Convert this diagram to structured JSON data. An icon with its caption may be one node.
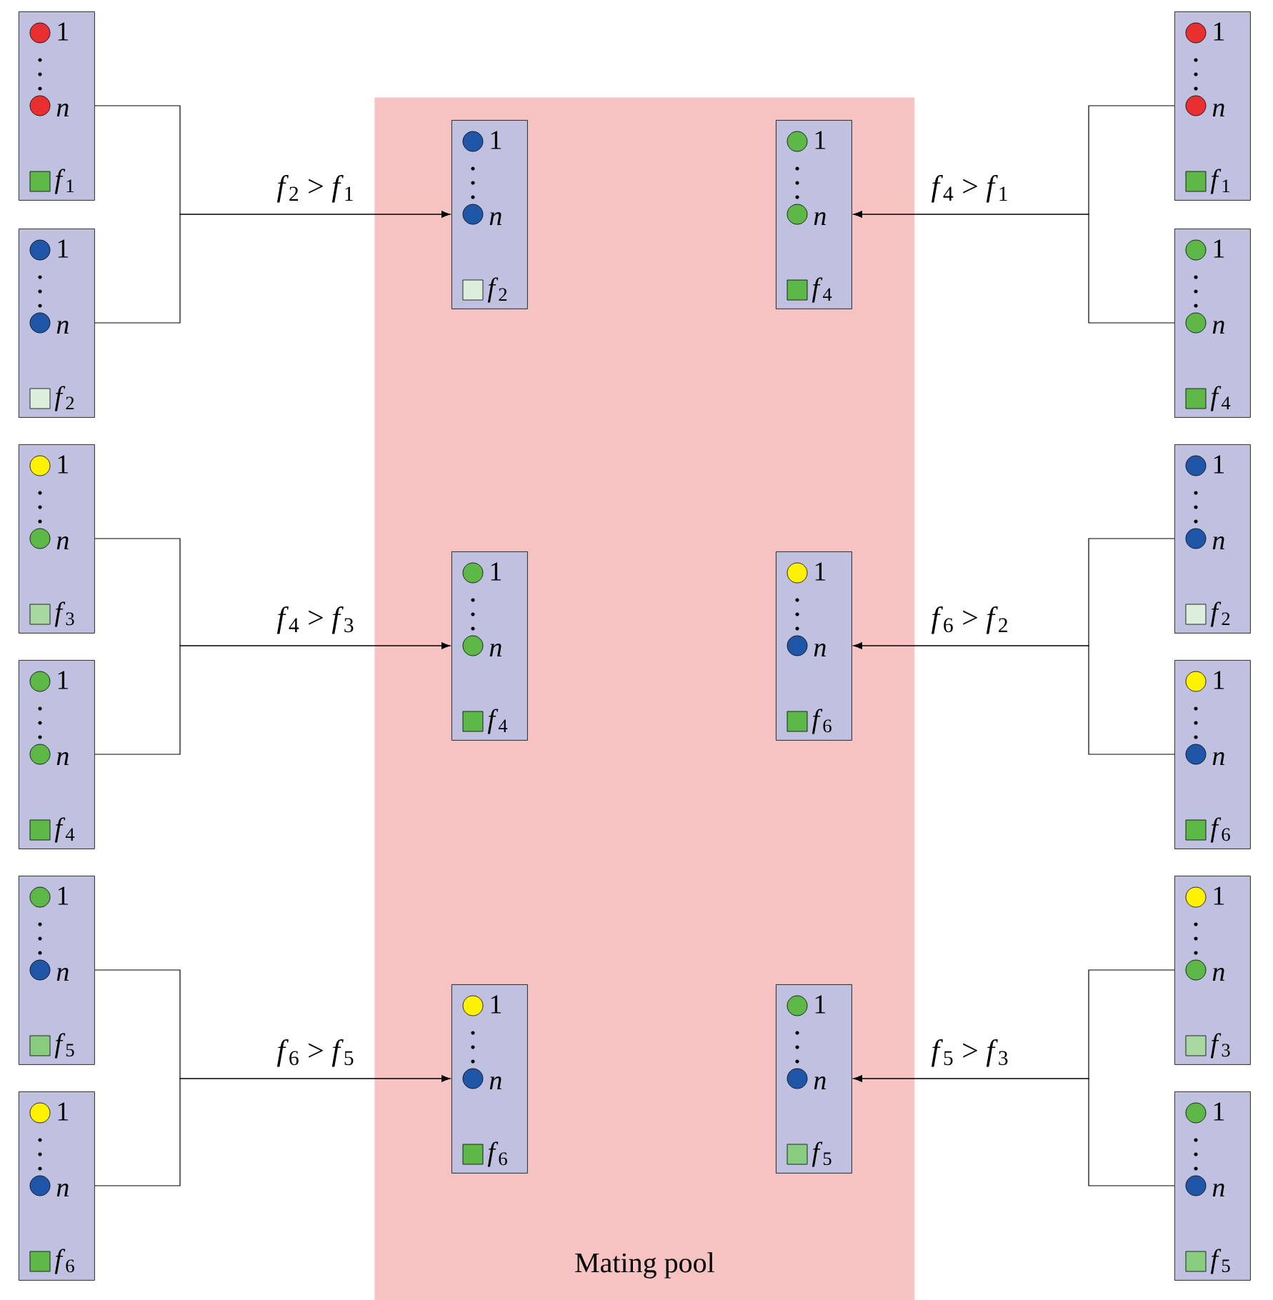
{
  "diagram": {
    "nodes": [
      {
        "text": [
          "Mating pool"
        ]
      },
      {
        "text": [
          "1",
          "*n*",
          "*f*$_{1}$"
        ]
      },
      {
        "text": [
          "1",
          "*n*",
          "*f*$_{2}$"
        ]
      },
      {
        "text": [
          "1",
          "*n*",
          "*f*$_{3}$"
        ]
      },
      {
        "text": [
          "1",
          "*n*",
          "*f*$_{4}$"
        ]
      },
      {
        "text": [
          "1",
          "*n*",
          "*f*$_{5}$"
        ]
      },
      {
        "text": [
          "1",
          "*n*",
          "*f*$_{6}$"
        ]
      },
      {
        "text": [
          "1",
          "*n*",
          "*f*$_{2}$"
        ],
        "in": 0
      },
      {
        "text": [
          "1",
          "*n*",
          "*f*$_{4}$"
        ],
        "in": 0
      },
      {
        "text": [
          "1",
          "*n*",
          "*f*$_{6}$"
        ],
        "in": 0
      },
      {
        "text": [
          "1",
          "*n*",
          "*f*$_{4}$"
        ],
        "in": 0
      },
      {
        "text": [
          "1",
          "*n*",
          "*f*$_{6}$"
        ],
        "in": 0
      },
      {
        "text": [
          "1",
          "*n*",
          "*f*$_{5}$"
        ],
        "in": 0
      },
      {
        "text": [
          "1",
          "*n*",
          "*f*$_{1}$"
        ]
      },
      {
        "text": [
          "1",
          "*n*",
          "*f*$_{4}$"
        ]
      },
      {
        "text": [
          "1",
          "*n*",
          "*f*$_{2}$"
        ]
      },
      {
        "text": [
          "1",
          "*n*",
          "*f*$_{6}$"
        ]
      },
      {
        "text": [
          "1",
          "*n*",
          "*f*$_{3}$"
        ]
      },
      {
        "text": [
          "1",
          "*n*",
          "*f*$_{5}$"
        ]
      }
    ],
    "edges": [
      {
        "from": 1,
        "to": 7,
        "arrow": "to",
        "label": "*f*$_{2}$ > *f*$_{1}$"
      },
      {
        "from": 2,
        "to": 7,
        "arrow": "to"
      },
      {
        "from": 3,
        "to": 8,
        "arrow": "to",
        "label": "*f*$_{4}$ > *f*$_{3}$"
      },
      {
        "from": 4,
        "to": 8,
        "arrow": "to"
      },
      {
        "from": 5,
        "to": 9,
        "arrow": "to",
        "label": "*f*$_{6}$ > *f*$_{5}$"
      },
      {
        "from": 6,
        "to": 9,
        "arrow": "to"
      },
      {
        "from": 13,
        "to": 10,
        "arrow": "to",
        "label": "*f*$_{4}$ > *f*$_{1}$"
      },
      {
        "from": 14,
        "to": 10,
        "arrow": "to"
      },
      {
        "from": 15,
        "to": 11,
        "arrow": "to",
        "label": "*f*$_{6}$ > *f*$_{2}$"
      },
      {
        "from": 16,
        "to": 11,
        "arrow": "to"
      },
      {
        "from": 17,
        "to": 12,
        "arrow": "to",
        "label": "*f*$_{5}$ > *f*$_{3}$"
      },
      {
        "from": 18,
        "to": 12,
        "arrow": "to"
      }
    ]
  }
}
